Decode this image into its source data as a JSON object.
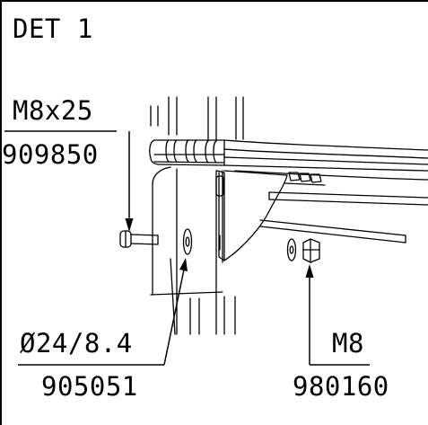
{
  "detail": {
    "title": "DET 1"
  },
  "callouts": {
    "bolt_size": "M8x25",
    "bolt_part_number": "909850",
    "washer_size": "Ø24/8.4",
    "washer_part_number": "905051",
    "nut_size": "M8",
    "nut_part_number": "980160"
  }
}
